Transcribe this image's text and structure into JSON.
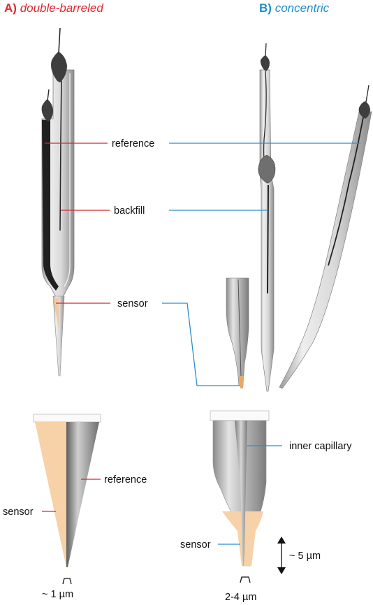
{
  "panels": {
    "a": {
      "letter": "A)",
      "name": "double-barreled",
      "color": "#e0272e"
    },
    "b": {
      "letter": "B)",
      "name": "concentric",
      "color": "#1d8ec9"
    }
  },
  "labels": {
    "reference": "reference",
    "backfill": "backfill",
    "sensor": "sensor",
    "reference_detail": "reference",
    "sensor_detail_a": "sensor",
    "inner_capillary": "inner capillary",
    "sensor_detail_b": "sensor"
  },
  "dimensions": {
    "tip_a": "~ 1 µm",
    "tip_b": "2-4 µm",
    "height_b": "~ 5 µm"
  },
  "colors": {
    "red_leader": "#d7262c",
    "blue_leader": "#2a8fce",
    "sensor_fill": "#f7d1a8",
    "glass_dark": "#3c3c3c"
  }
}
